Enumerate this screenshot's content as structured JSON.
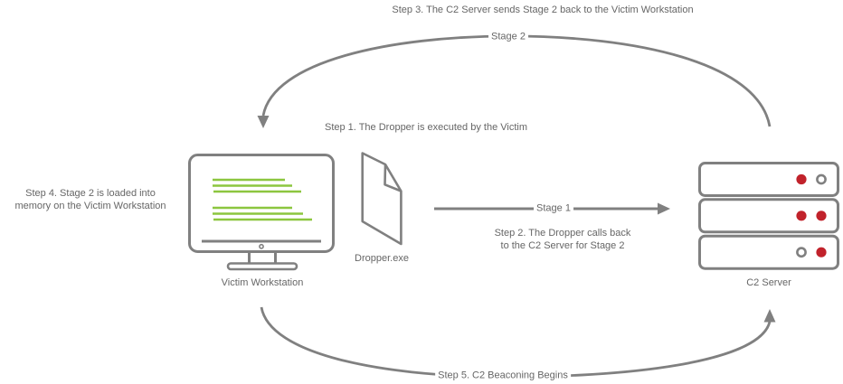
{
  "title": "C2 dropper infection flow diagram",
  "colors": {
    "background": "#ffffff",
    "text": "#666666",
    "line": "#808080",
    "green": "#8CC63F",
    "red": "#C1222B",
    "label_bg": "#ffffff"
  },
  "nodes": {
    "victim": {
      "label": "Victim Workstation"
    },
    "dropper": {
      "label": "Dropper.exe"
    },
    "server": {
      "label": "C2 Server"
    }
  },
  "edge_labels": {
    "stage1": "Stage 1",
    "stage2": "Stage 2"
  },
  "annotations": {
    "step1": "Step 1. The Dropper is executed by the Victim",
    "step2": {
      "line1": "Step 2. The Dropper calls back",
      "line2": "to the C2 Server for Stage 2"
    },
    "step3": "Step 3. The C2 Server sends Stage 2 back to the Victim Workstation",
    "step4": {
      "line1": "Step 4. Stage 2 is loaded into",
      "line2": "memory on the Victim Workstation"
    },
    "step5": "Step 5. C2 Beaconing Begins"
  },
  "icons": {
    "victim": "monitor-icon",
    "dropper": "document-folded-corner-icon",
    "server": "server-rack-icon"
  }
}
